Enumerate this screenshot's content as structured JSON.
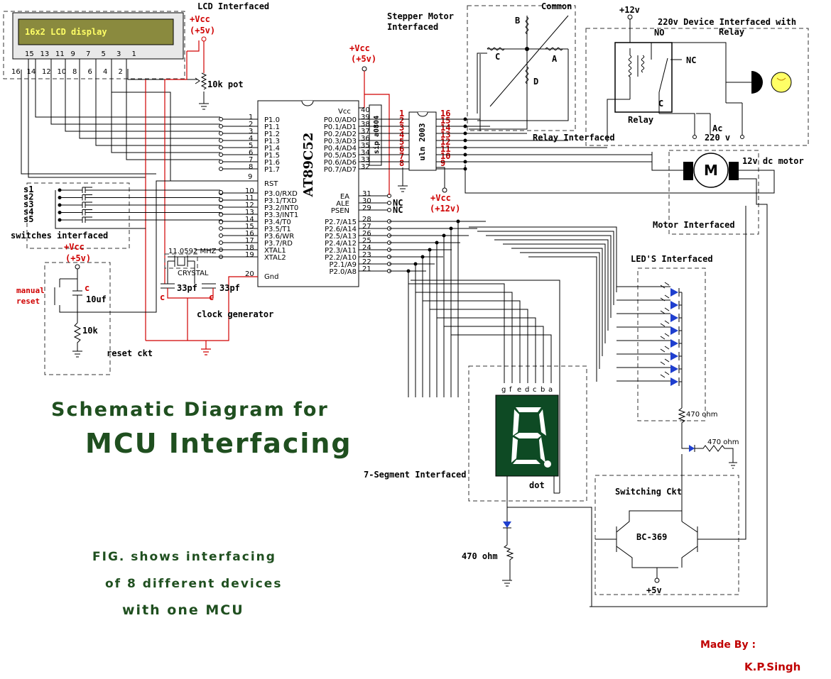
{
  "labels": {
    "lcd_title": "LCD Interfaced",
    "lcd_display": "16x2 LCD display",
    "lcd_pins_top": [
      "15",
      "13",
      "11",
      "9",
      "7",
      "5",
      "3",
      "1"
    ],
    "lcd_pins_bottom": [
      "16",
      "14",
      "12",
      "10",
      "8",
      "6",
      "4",
      "2"
    ],
    "vcc5": "+Vcc",
    "vcc5_val": "(+5v)",
    "pot": "10k pot",
    "stepper_title_1": "Stepper Motor",
    "stepper_title_2": "Interfaced",
    "common": "Common",
    "coil_a": "A",
    "coil_b": "B",
    "coil_c": "C",
    "coil_d": "D",
    "device_title": "220v Device Interfaced with",
    "device_title_2": "Relay",
    "plus12v": "+12v",
    "no": "NO",
    "nc": "NC",
    "relay_c": "C",
    "relay": "Relay",
    "ac": "Ac",
    "ac_v": "220 v",
    "relay_interfaced": "Relay Interfaced",
    "dc_motor": "12v dc motor",
    "motor_m": "M",
    "motor_interfaced": "Motor Interfaced",
    "mcu": "AT89C52",
    "vcc_pin": "Vcc",
    "gnd_pin": "Gnd",
    "uln": "uln 2003",
    "sip": "sip a0804",
    "uln_left_pins": [
      "1",
      "2",
      "3",
      "4",
      "5",
      "6",
      "7",
      "8"
    ],
    "uln_right_pins": [
      "16",
      "15",
      "14",
      "13",
      "12",
      "11",
      "10",
      "9"
    ],
    "vcc12": "+Vcc",
    "vcc12_val": "(+12v)",
    "p1_pins": [
      "P1.0",
      "P1.1",
      "P1.2",
      "P1.3",
      "P1.4",
      "P1.5",
      "P1.6",
      "P1.7"
    ],
    "p1_nums": [
      "1",
      "2",
      "3",
      "4",
      "5",
      "6",
      "7",
      "8"
    ],
    "rst": "RST",
    "rst_num": "9",
    "p3_pins": [
      "P3.0/RXD",
      "P3.1/TXD",
      "P3.2/INT0",
      "P3.3/INT1",
      "P3.4/T0",
      "P3.5/T1",
      "P3.6/WR",
      "P3.7/RD"
    ],
    "p3_nums": [
      "10",
      "11",
      "12",
      "13",
      "14",
      "15",
      "16",
      "17"
    ],
    "xtal": [
      "XTAL1",
      "XTAL2"
    ],
    "xtal_nums": [
      "18",
      "19"
    ],
    "gnd_num": "20",
    "p0_pins": [
      "P0.0/AD0",
      "P0.1/AD1",
      "P0.2/AD2",
      "P0.3/AD3",
      "P0.4/AD4",
      "P0.5/AD5",
      "P0.6/AD6",
      "P0.7/AD7"
    ],
    "p0_nums": [
      "39",
      "38",
      "37",
      "36",
      "35",
      "34",
      "33",
      "32"
    ],
    "vcc_num": "40",
    "ea": "EA",
    "ale": "ALE",
    "psen": "PSEN",
    "ctrl_nums": [
      "31",
      "30",
      "29"
    ],
    "nc_lbl": "NC",
    "p2_pins": [
      "P2.7/A15",
      "P2.6/A14",
      "P2.5/A13",
      "P2.4/A12",
      "P2.3/A11",
      "P2.2/A10",
      "P2.1/A9",
      "P2.0/A8"
    ],
    "p2_nums": [
      "28",
      "27",
      "26",
      "25",
      "24",
      "23",
      "22",
      "21"
    ],
    "switches": [
      "s1",
      "s2",
      "s3",
      "s4",
      "s5"
    ],
    "switches_title": "switches interfaced",
    "crystal_freq": "11.0592 MHZ",
    "crystal": "CRYSTAL",
    "cap1": "33pf",
    "cap2": "33pf",
    "cap_c": "c",
    "clock_gen": "clock generator",
    "manual_reset_1": "manual",
    "manual_reset_2": "reset",
    "cap_10uf": "10uf",
    "res_10k": "10k",
    "reset_ckt": "reset ckt",
    "leds_title": "LED'S Interfaced",
    "r470_led": "470 ohm",
    "r470_sw": "470 ohm",
    "seg_labels": [
      "g",
      "f",
      "e",
      "d",
      "c",
      "b",
      "a"
    ],
    "seg_title": "7-Segment Interfaced",
    "dot": "dot",
    "r470_seg": "470 ohm",
    "switching_title": "Switching Ckt",
    "bc369": "BC-369",
    "plus5v": "+5v",
    "big_title_1": "Schematic Diagram for",
    "big_title_2": "MCU Interfacing",
    "fig_1": "FIG. shows interfacing",
    "fig_2": "of 8 different devices",
    "fig_3": "with one MCU",
    "made_by": "Made By :",
    "author": "K.P.Singh"
  },
  "colors": {
    "wire": "#000000",
    "vcc_wire": "#d00000",
    "title_green": "#1f4f1f",
    "lcd_screen": "#8a8a3e",
    "lcd_text": "#ffff66",
    "led_blue": "#1f3fcf",
    "seg_green": "#0e4a24",
    "author_red": "#c00000"
  }
}
